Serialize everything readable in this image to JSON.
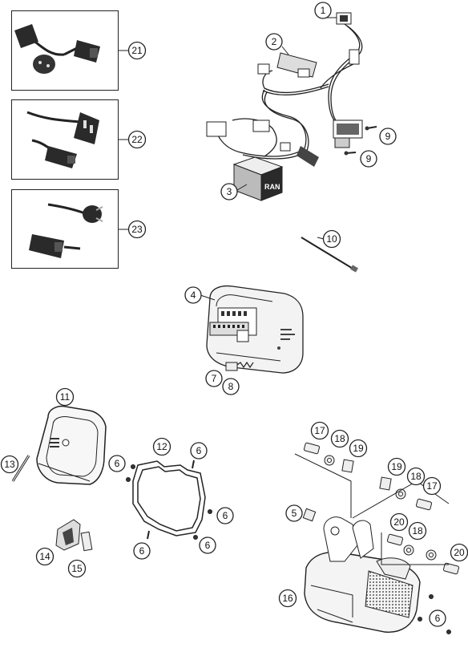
{
  "callouts": [
    {
      "id": "c1",
      "label": "1"
    },
    {
      "id": "c2",
      "label": "2"
    },
    {
      "id": "c3",
      "label": "3"
    },
    {
      "id": "c4",
      "label": "4"
    },
    {
      "id": "c5",
      "label": "5"
    },
    {
      "id": "c6a",
      "label": "6"
    },
    {
      "id": "c6b",
      "label": "6"
    },
    {
      "id": "c6c",
      "label": "6"
    },
    {
      "id": "c6d",
      "label": "6"
    },
    {
      "id": "c6e",
      "label": "6"
    },
    {
      "id": "c6f",
      "label": "6"
    },
    {
      "id": "c7",
      "label": "7"
    },
    {
      "id": "c8",
      "label": "8"
    },
    {
      "id": "c9a",
      "label": "9"
    },
    {
      "id": "c9b",
      "label": "9"
    },
    {
      "id": "c10",
      "label": "10"
    },
    {
      "id": "c11",
      "label": "11"
    },
    {
      "id": "c12",
      "label": "12"
    },
    {
      "id": "c13",
      "label": "13"
    },
    {
      "id": "c14",
      "label": "14"
    },
    {
      "id": "c15",
      "label": "15"
    },
    {
      "id": "c16",
      "label": "16"
    },
    {
      "id": "c17a",
      "label": "17"
    },
    {
      "id": "c17b",
      "label": "17"
    },
    {
      "id": "c18a",
      "label": "18"
    },
    {
      "id": "c18b",
      "label": "18"
    },
    {
      "id": "c18c",
      "label": "18"
    },
    {
      "id": "c19a",
      "label": "19"
    },
    {
      "id": "c19b",
      "label": "19"
    },
    {
      "id": "c20a",
      "label": "20"
    },
    {
      "id": "c20b",
      "label": "20"
    },
    {
      "id": "c21",
      "label": "21"
    },
    {
      "id": "c22",
      "label": "22"
    },
    {
      "id": "c23",
      "label": "23"
    }
  ],
  "housing_brand": "RAN",
  "colors": {
    "line": "#222222",
    "part_dark": "#2a2a2a",
    "part_mid": "#8a8a8a",
    "part_light": "#e6e6e6"
  }
}
